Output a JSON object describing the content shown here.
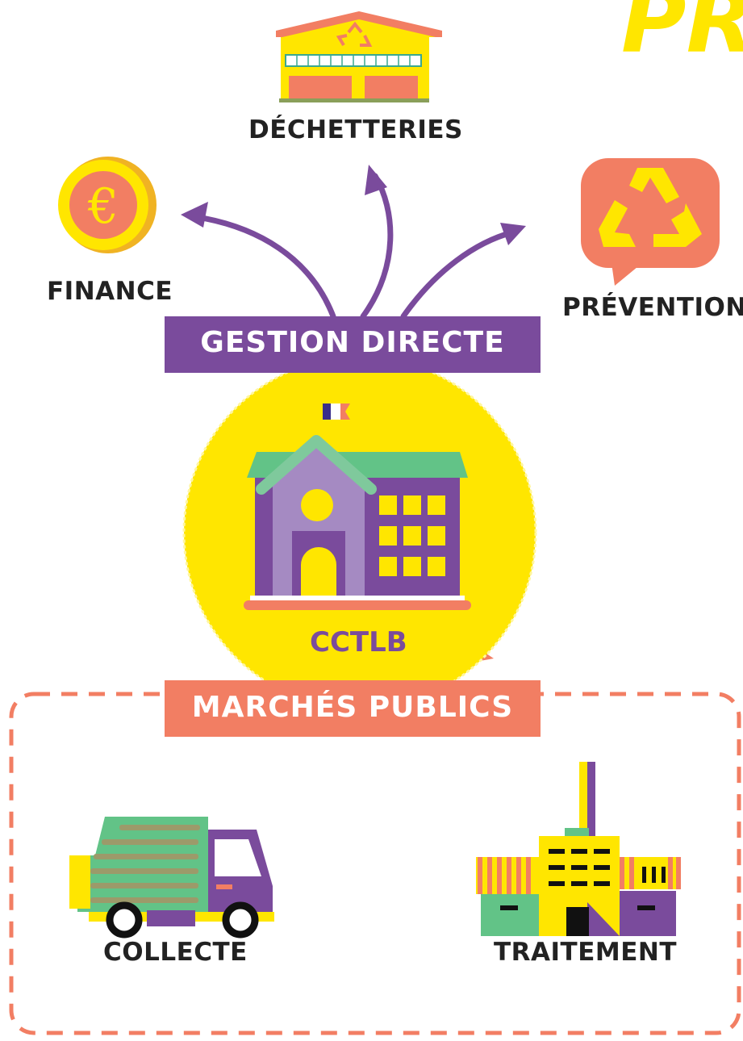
{
  "colors": {
    "purple": "#7a4b9c",
    "salmon": "#f27e63",
    "yellow": "#ffe600",
    "green": "#62c387",
    "dark": "#222222"
  },
  "header": {
    "corner_title": "PR"
  },
  "nodes": {
    "decheteries": "DÉCHETTERIES",
    "finance": "FINANCE",
    "prevention": "PRÉVENTION",
    "collecte": "COLLECTE",
    "traitement": "TRAITEMENT"
  },
  "center": {
    "name": "CCTLB"
  },
  "banners": {
    "gestion": "GESTION DIRECTE",
    "marches": "MARCHÉS PUBLICS"
  },
  "icons": {
    "finance": "euro-coin-icon",
    "prevention": "recycle-speech-bubble-icon",
    "decheteries": "recycling-warehouse-icon",
    "center": "town-hall-icon",
    "collecte": "garbage-truck-icon",
    "traitement": "treatment-plant-icon"
  }
}
